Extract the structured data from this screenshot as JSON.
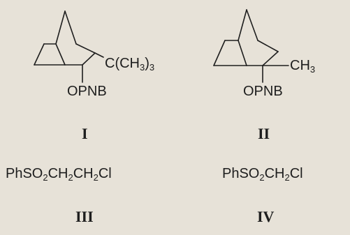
{
  "compounds": [
    {
      "id": "I",
      "numeral": "I",
      "skeleton": "2-norbornyl",
      "substituent": {
        "main": "C(CH",
        "sub": "3",
        "close": ")",
        "sub2": "3"
      },
      "ester": "OPNB"
    },
    {
      "id": "II",
      "numeral": "II",
      "skeleton": "2-norbornyl",
      "substituent": {
        "main": "CH",
        "sub": "3"
      },
      "ester": "OPNB"
    },
    {
      "id": "III",
      "numeral": "III",
      "formula": {
        "p1": "PhSO",
        "s1": "2",
        "p2": "CH",
        "s2": "2",
        "p3": "CH",
        "s3": "2",
        "p4": "Cl"
      }
    },
    {
      "id": "IV",
      "numeral": "IV",
      "formula": {
        "p1": "PhSO",
        "s1": "2",
        "p2": "CH",
        "s2": "2",
        "p3": "Cl"
      }
    }
  ],
  "colors": {
    "ink": "#1e1e1e",
    "paper": "#e7e2d8"
  }
}
